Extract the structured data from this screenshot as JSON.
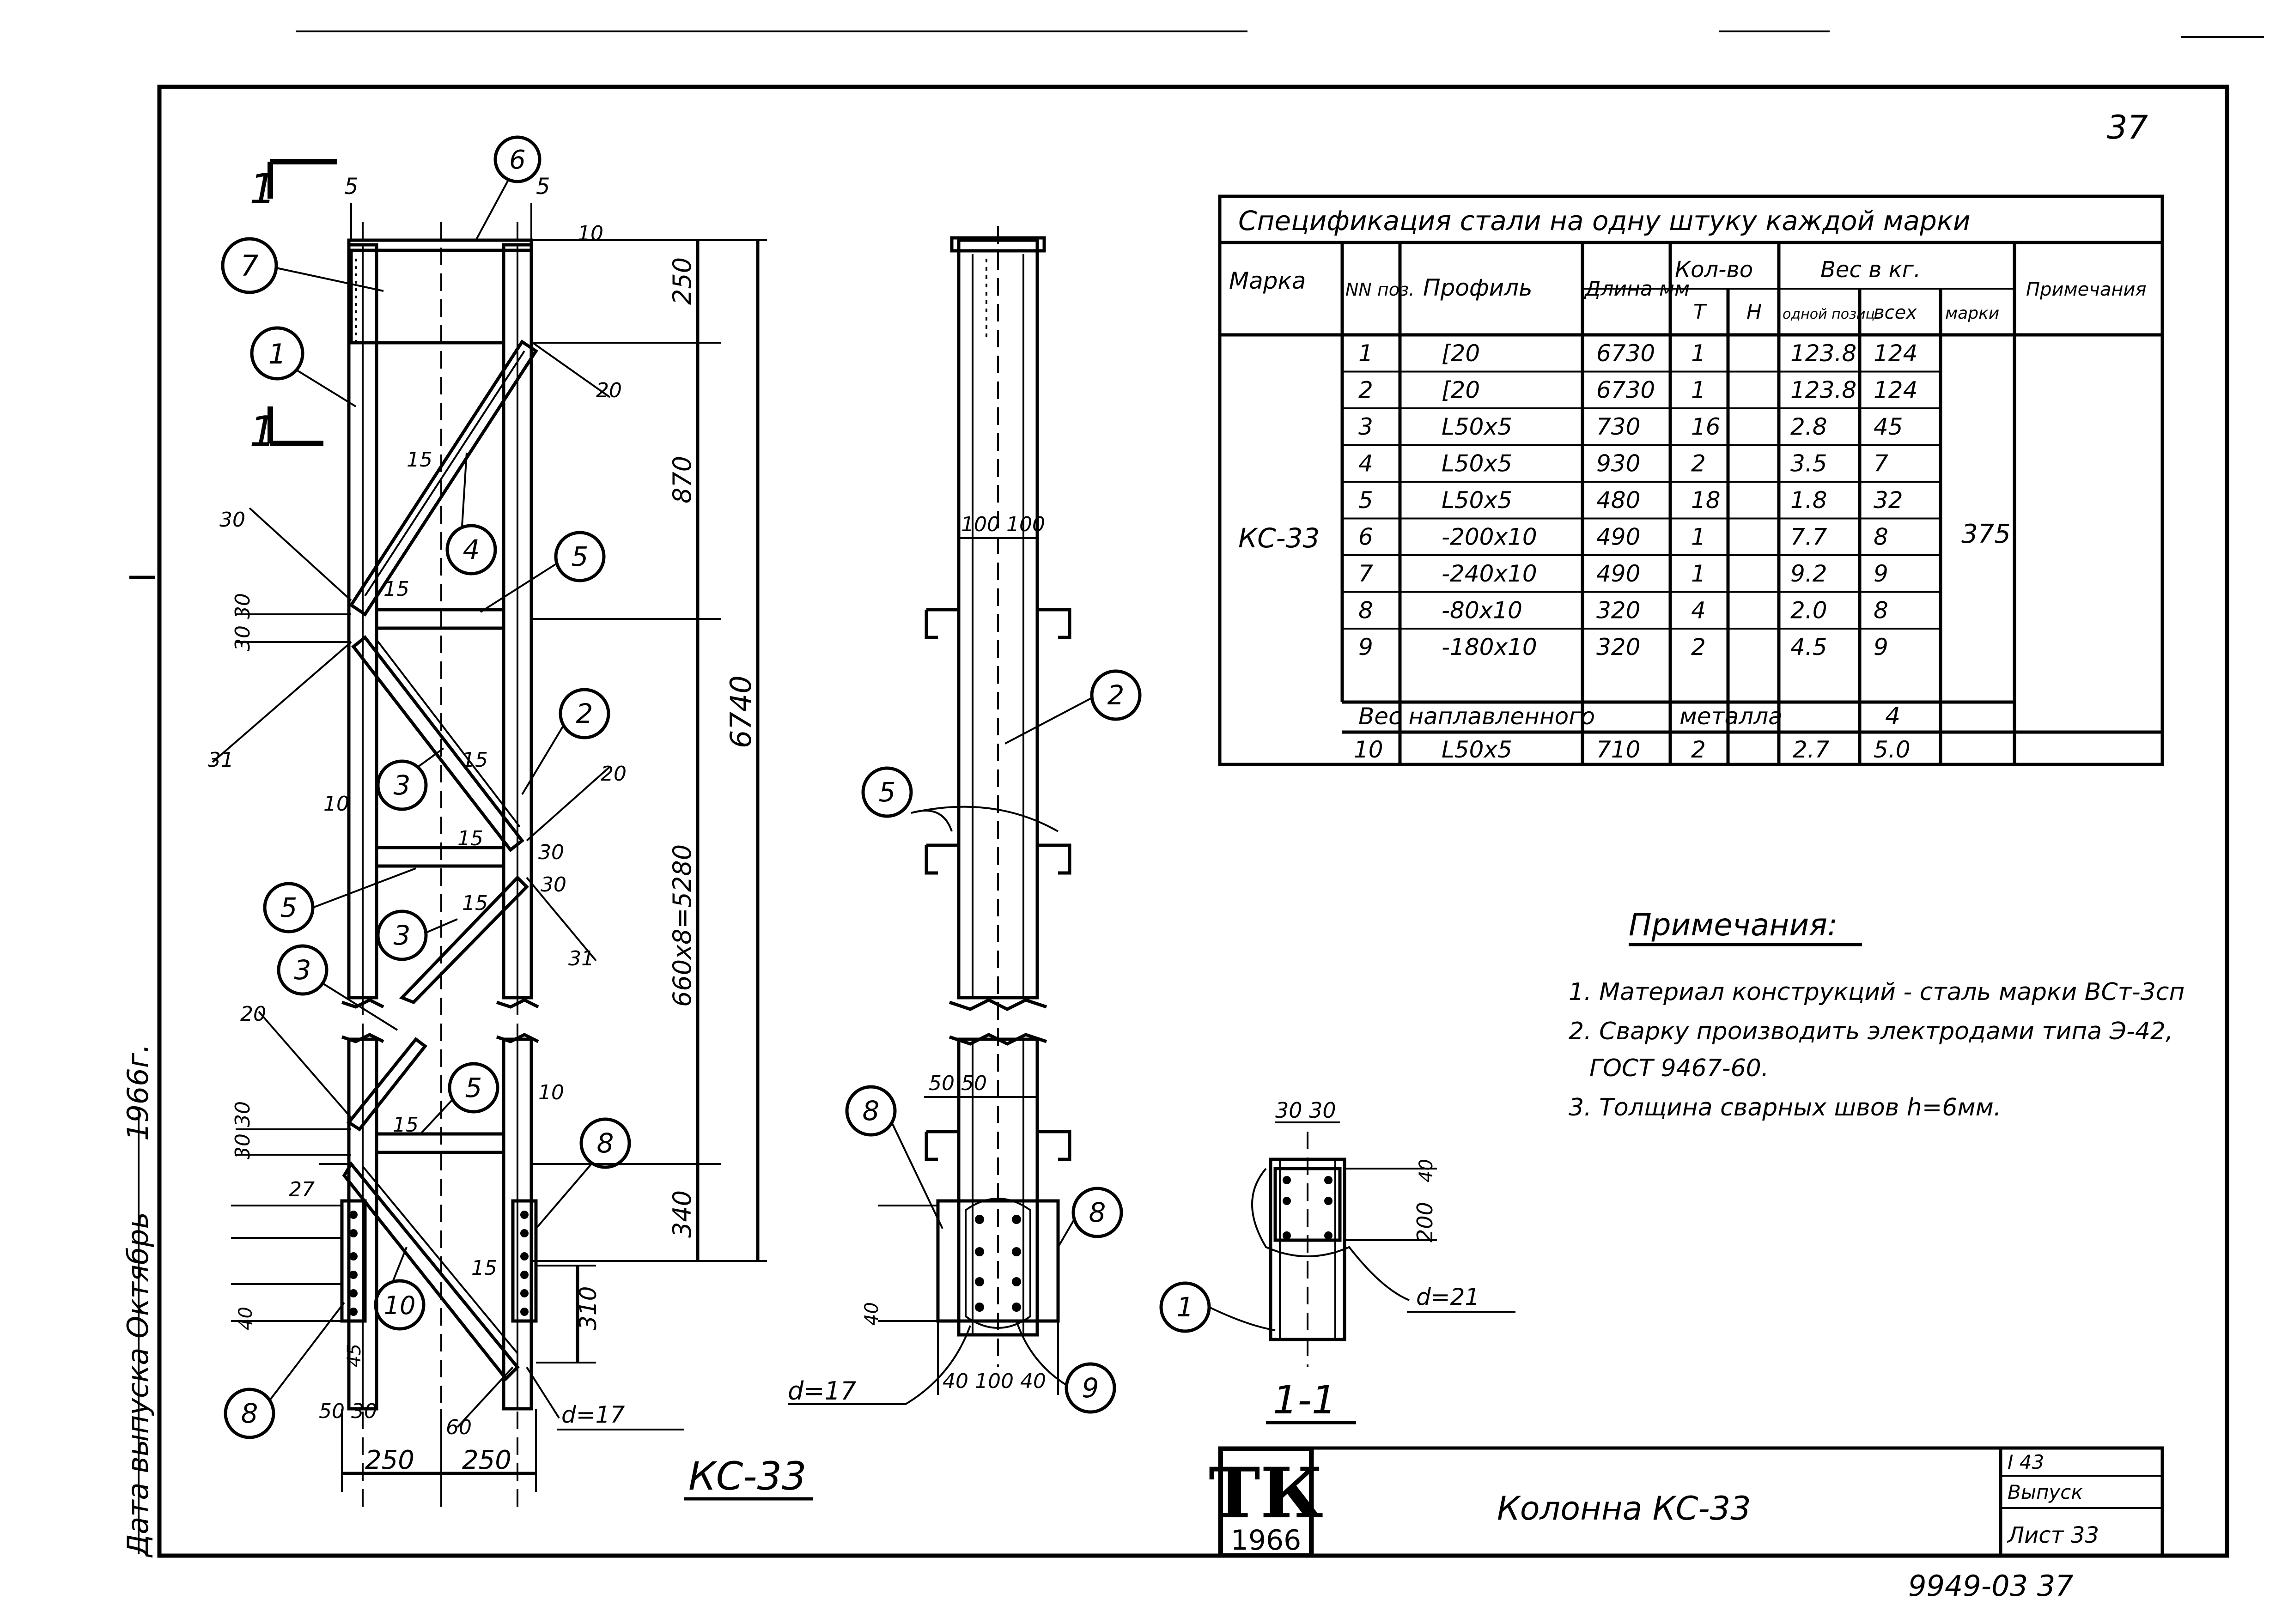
{
  "corner_mark": "37",
  "side_stamp": {
    "date_label": "Дата выпуска Октябрь",
    "year": "1966г."
  },
  "section_marker": "1",
  "drawing": {
    "elevation_title": "КС-33",
    "section_title": "1-1",
    "callouts": [
      "1",
      "2",
      "3",
      "4",
      "5",
      "6",
      "7",
      "8",
      "9",
      "10"
    ],
    "dims": {
      "d250": "250",
      "d870": "870",
      "d6740": "6740",
      "d5280": "660х8=5280",
      "d340": "340",
      "d310": "310",
      "d250a": "250",
      "d250b": "250",
      "d5": "5",
      "d10": "10",
      "d15": "15",
      "d3030": "30 30",
      "d20": "20",
      "d30": "30",
      "d31": "31",
      "d60": "60",
      "d27": "27",
      "d45": "45",
      "d5030": "50 30",
      "d100": "100 100",
      "d5050": "50 50",
      "d4010040": "40 100 40",
      "d200": "200",
      "d40": "40",
      "d_M": "d=17",
      "d_17": "d=17",
      "d_21": "d=21"
    }
  },
  "spec": {
    "title": "Спецификация стали на одну штуку каждой марки",
    "headers": {
      "marka": "Марка",
      "nn": "NN поз.",
      "profile": "Профиль",
      "length": "Длина мм",
      "qty": "Кол-во",
      "qty_t": "Т",
      "qty_n": "Н",
      "weight": "Вес в кг.",
      "w_one": "одной позиц.",
      "w_all": "всех",
      "w_mark": "марки",
      "note": "Примечания"
    },
    "mark": "КС-33",
    "mark_weight": "375",
    "rows": [
      {
        "n": "1",
        "profile": "[20",
        "length": "6730",
        "qty": "1",
        "w1": "123.8",
        "w2": "124"
      },
      {
        "n": "2",
        "profile": "[20",
        "length": "6730",
        "qty": "1",
        "w1": "123.8",
        "w2": "124"
      },
      {
        "n": "3",
        "profile": "L50х5",
        "length": "730",
        "qty": "16",
        "w1": "2.8",
        "w2": "45"
      },
      {
        "n": "4",
        "profile": "L50х5",
        "length": "930",
        "qty": "2",
        "w1": "3.5",
        "w2": "7"
      },
      {
        "n": "5",
        "profile": "L50х5",
        "length": "480",
        "qty": "18",
        "w1": "1.8",
        "w2": "32"
      },
      {
        "n": "6",
        "profile": "-200х10",
        "length": "490",
        "qty": "1",
        "w1": "7.7",
        "w2": "8"
      },
      {
        "n": "7",
        "profile": "-240х10",
        "length": "490",
        "qty": "1",
        "w1": "9.2",
        "w2": "9"
      },
      {
        "n": "8",
        "profile": "-80х10",
        "length": "320",
        "qty": "4",
        "w1": "2.0",
        "w2": "8"
      },
      {
        "n": "9",
        "profile": "-180х10",
        "length": "320",
        "qty": "2",
        "w1": "4.5",
        "w2": "9"
      }
    ],
    "weld_label_a": "Вес наплавленного",
    "weld_label_b": "металла",
    "weld_weight": "4",
    "row10": {
      "n": "10",
      "profile": "L50х5",
      "length": "710",
      "qty": "2",
      "w1": "2.7",
      "w2": "5.0"
    }
  },
  "notes": {
    "title": "Примечания:",
    "items": [
      "1. Материал конструкций - сталь марки ВСт-3сп",
      "2. Сварку производить электродами типа Э-42,",
      "ГОСТ 9467-60.",
      "3. Толщина сварных швов h=6мм."
    ]
  },
  "title_block": {
    "logo": "ТК",
    "logo_year": "1966",
    "name": "Колонна КС-33",
    "cell1": "I 43",
    "cell2": "Выпуск",
    "cell3": "Лист 33"
  },
  "footer": "9949-03 37"
}
